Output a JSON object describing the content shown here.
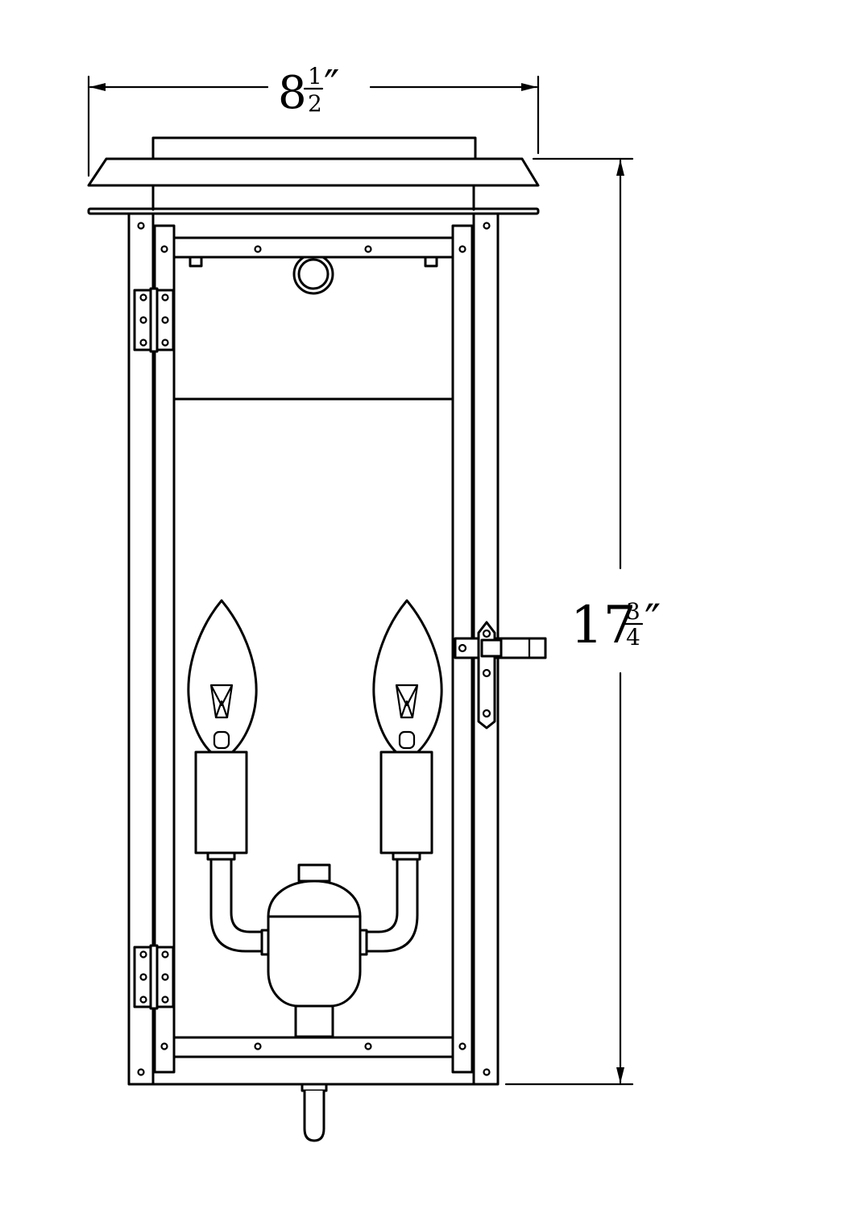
{
  "dimensions": {
    "width": {
      "whole": "8",
      "num": "1",
      "den": "2",
      "unit": "″"
    },
    "height": {
      "whole": "17",
      "num": "3",
      "den": "4",
      "unit": "″"
    }
  },
  "colors": {
    "line": "#000000",
    "background": "#ffffff"
  }
}
